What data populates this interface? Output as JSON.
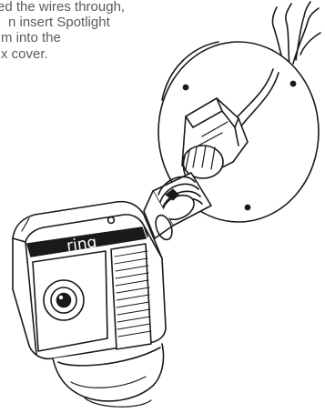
{
  "caption": {
    "lines": [
      "ed the wires through,",
      "n insert Spotlight",
      "m into the",
      "x cover."
    ]
  },
  "device": {
    "brand_text": "ring"
  },
  "colors": {
    "line_art": "#1a1a1a",
    "caption_text": "#5b5b5b",
    "background": "#ffffff"
  }
}
